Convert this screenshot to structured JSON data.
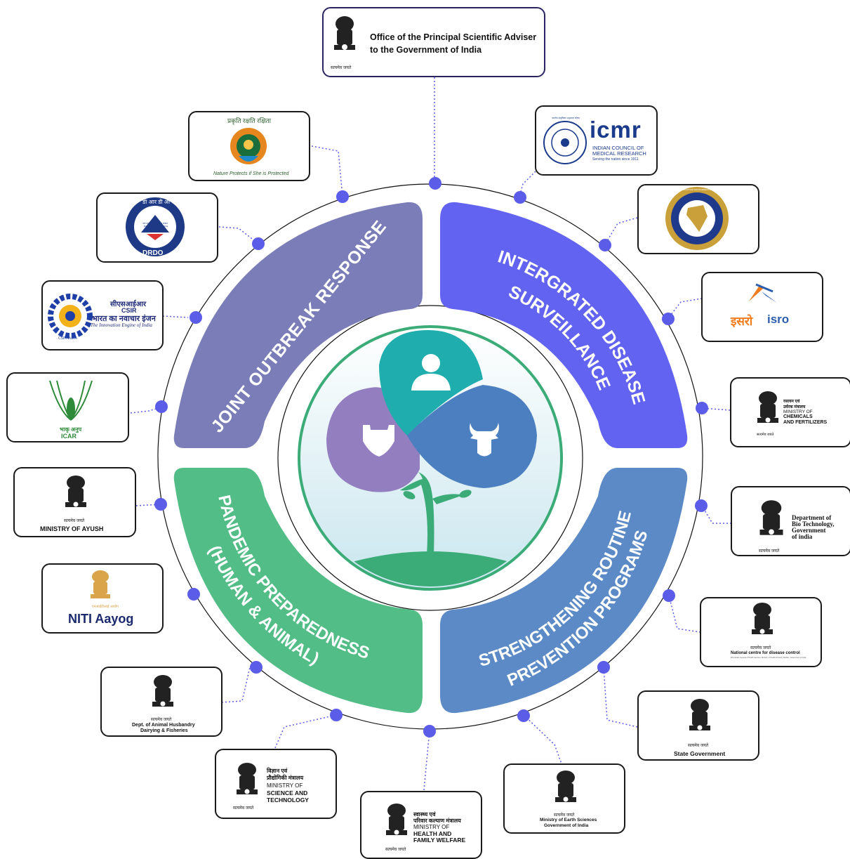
{
  "center_quadrants": {
    "top_left": {
      "label": "JOINT OUTBREAK RESPONSE",
      "color": "#7b7db8"
    },
    "top_right": {
      "line1": "INTERGRATED DISEASE",
      "line2": "SURVEILLANCE",
      "color": "#6363f2"
    },
    "bottom_left": {
      "line1": "PANDEMIC PREPAREDNESS",
      "line2": "(HUMAN & ANIMAL)",
      "color": "#52bd86"
    },
    "bottom_right": {
      "line1": "STRENGTHENING ROUTINE",
      "line2": "PREVENTION PROGRAMS",
      "color": "#5b8ac7"
    }
  },
  "colors": {
    "connector_dot": "#5b5ce8",
    "circle_green": "#3bab78",
    "teal": "#1fadad",
    "purple": "#937fbf",
    "blue": "#4b7fc0",
    "text_navy": "#1b2a6e",
    "icmr_blue": "#1a3b8c",
    "isro_orange": "#f07c1e",
    "isro_blue": "#2b5fad",
    "csir_navy": "#1f2a7a"
  },
  "icons": [
    "person-icon",
    "animal-face-icon",
    "cow-face-icon",
    "sapling-icon",
    "national-emblem-icon"
  ],
  "orgs": {
    "psa": {
      "line1": "Office of the Principal Scientific Adviser",
      "line2": "to the Government of India",
      "motto": "सत्यमेव जयते"
    },
    "moefcc": {
      "text_top": "प्रकृति रक्षति रक्षिता",
      "text_bottom": "Nature Protects if She is Protected"
    },
    "drdo": {
      "hindi": "डी आर डी ओ",
      "label": "DRDO",
      "ring": "रक्षा अनुसंधान एवं विकास संगठन · MINISTRY OF DEFENCE"
    },
    "csir": {
      "line1": "सीएसआईआर",
      "line2": "CSIR",
      "line3": "भारत का नवाचार इंजन",
      "line4": "The Innovation Engine of India",
      "badge": "CSIR-INDIA"
    },
    "icar": {
      "hindi": "भाकृ अनुप",
      "label": "ICAR"
    },
    "ayush": {
      "label": "MINISTRY OF AYUSH",
      "motto": "सत्यमेव जयते"
    },
    "niti": {
      "label": "NITI Aayog",
      "hindi": "एनआईटीआई आयोग"
    },
    "ahd": {
      "line1": "Dept. of Animal Husbandry",
      "line2": "Dairying & Fisheries",
      "motto": "सत्यमेव जयते"
    },
    "mst": {
      "hindi1": "विज्ञान एवं",
      "hindi2": "प्रौद्योगिकी मंत्रालय",
      "line1": "MINISTRY OF",
      "line2": "SCIENCE AND",
      "line3": "TECHNOLOGY",
      "motto": "सत्यमेव जयते"
    },
    "mohfw": {
      "hindi1": "स्वास्थ्य एवं",
      "hindi2": "परिवार कल्याण मंत्रालय",
      "line1": "MINISTRY OF",
      "line2": "HEALTH AND",
      "line3": "FAMILY WELFARE",
      "motto": "सत्यमेव जयते"
    },
    "moes": {
      "line1": "Ministry of Earth Sciences",
      "line2": "Government of India",
      "motto": "सत्यमेव जयते"
    },
    "state": {
      "label": "State Government",
      "motto": "सत्यमेव जयते"
    },
    "ncdc": {
      "label": "National centre for disease control",
      "sub": "Directorate General of Health Services, Ministry of Health & Family Welfare, Government of India",
      "motto": "सत्यमेव जयते"
    },
    "dbt": {
      "line1": "Department of",
      "line2": "Bio Technology,",
      "line3": "Government",
      "line4": "of india",
      "motto": "सत्यमेव जयते"
    },
    "chem": {
      "hindi1": "रसायन एवं",
      "hindi2": "उर्वरक मंत्रालय",
      "line1": "MINISTRY OF",
      "line2": "CHEMICALS",
      "line3": "AND FERTILIZERS",
      "motto": "सत्यमेव जयते"
    },
    "isro": {
      "hindi": "इसरो",
      "label": "isro"
    },
    "ndma": {
      "ring": "NATIONAL DISASTER MANAGEMENT AUTHORITY"
    },
    "icmr": {
      "logo": "icmr",
      "line1": "INDIAN COUNCIL OF",
      "line2": "MEDICAL RESEARCH",
      "line3": "Serving the nation since 1911",
      "ring": "भारतीय आयुर्विज्ञान अनुसंधान परिषद"
    }
  }
}
